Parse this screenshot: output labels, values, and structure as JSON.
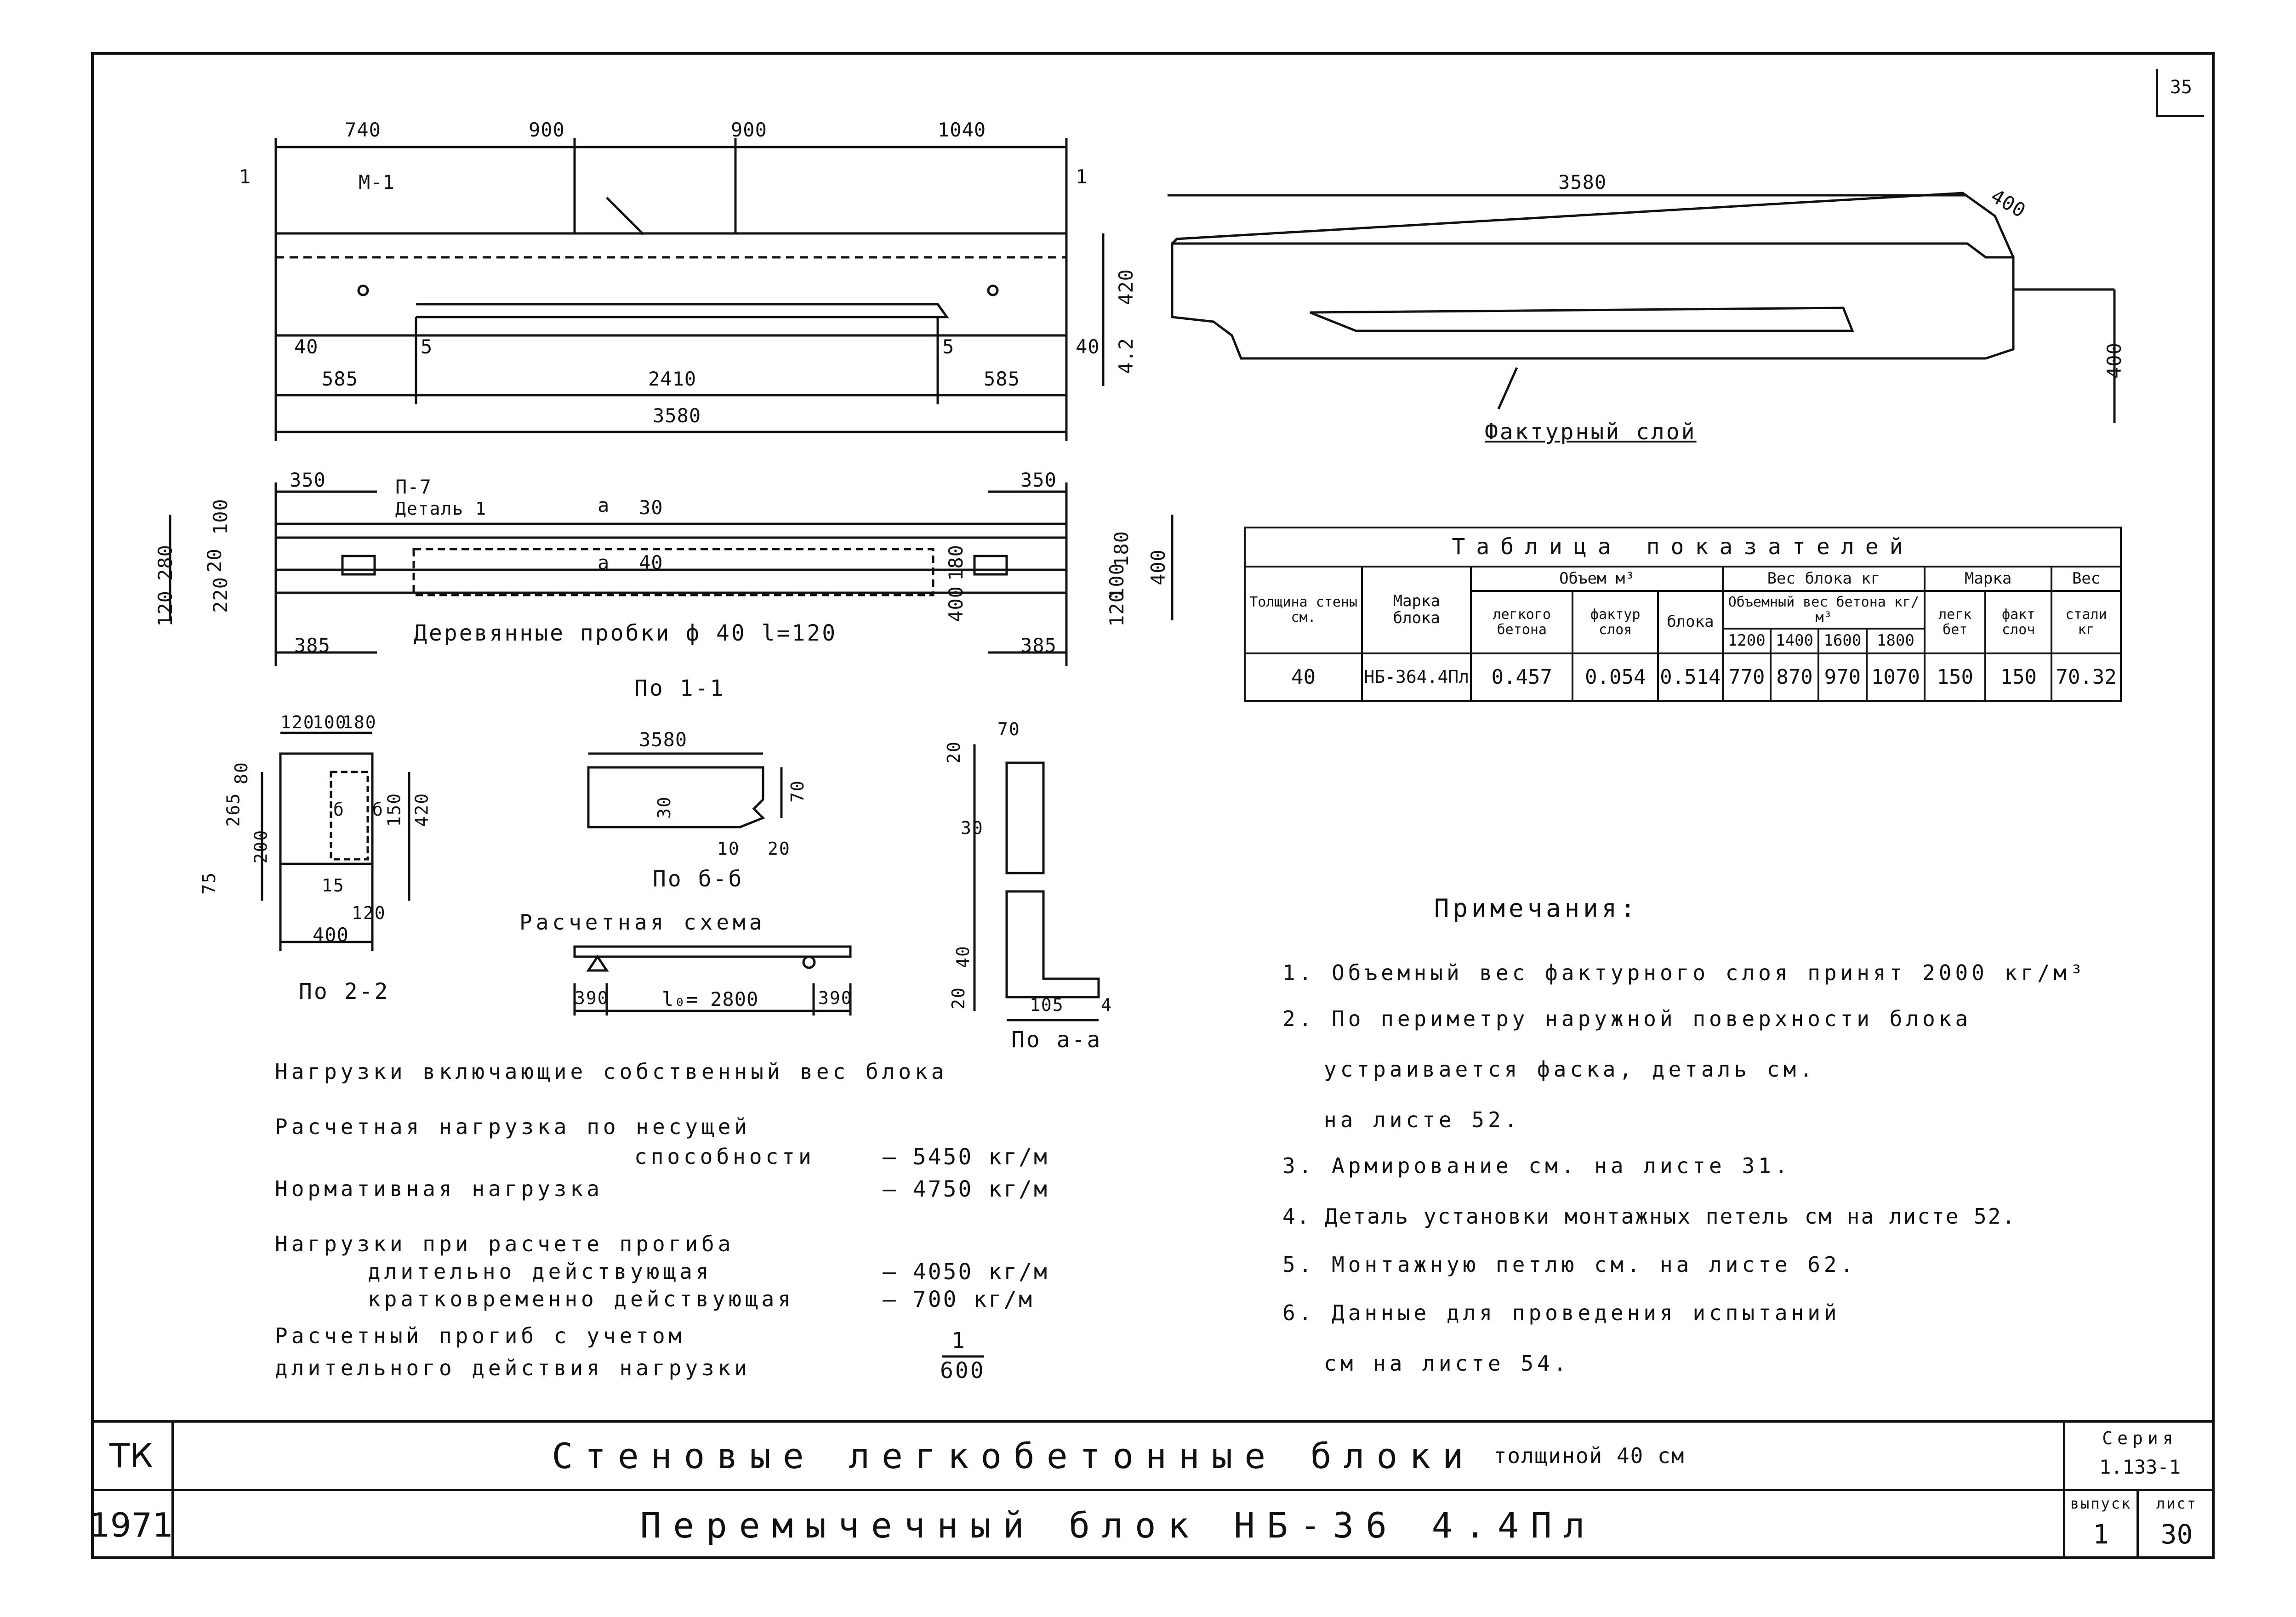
{
  "sheet_number": "35",
  "elevation": {
    "dims_top": [
      "740",
      "900",
      "900",
      "1040"
    ],
    "mark": "М-1",
    "section_mark": "1",
    "dims_bottom": [
      "585",
      "2410",
      "585"
    ],
    "dim_total": "3580",
    "dim_side": [
      "40",
      "5",
      "5",
      "40"
    ],
    "dim_height": [
      "420",
      "4.2"
    ]
  },
  "axon": {
    "dim_length": "3580",
    "dim_width": "400",
    "dim_height": "400",
    "label": "Фактурный слой"
  },
  "plan": {
    "dims_top": [
      "350",
      "350"
    ],
    "detail_label": "Деталь 1",
    "detail_mark": "П-7",
    "section_a": "а",
    "dim_30": "30",
    "dim_40": "40",
    "note": "Деревянные пробки ф 40  l=120",
    "dims_bottom": [
      "385",
      "385"
    ],
    "dims_left": [
      "100",
      "280",
      "120",
      "220",
      "20"
    ],
    "dims_right": [
      "180",
      "400",
      "100",
      "120"
    ],
    "dims_inner": [
      "180",
      "400"
    ],
    "caption": "По 1-1"
  },
  "section_22": {
    "dims_top": [
      "120",
      "100",
      "180"
    ],
    "dims_left": [
      "80",
      "265",
      "200",
      "75"
    ],
    "dims_right": [
      "420",
      "150",
      "б",
      "б"
    ],
    "dim_15": "15",
    "dim_120": "120",
    "dim_400": "400",
    "caption": "По 2-2"
  },
  "section_bb": {
    "dim_top": "3580",
    "dim_70": "70",
    "dim_30": "30",
    "dim_10": "10",
    "dim_20": "20",
    "caption": "По б-б"
  },
  "section_aa": {
    "dim_70": "70",
    "dim_20": "20",
    "dim_30": "30",
    "dim_20b": "20",
    "dim_40": "40",
    "dim_105": "105",
    "dim_4": "4",
    "caption": "По а-а"
  },
  "scheme": {
    "title": "Расчетная схема",
    "dim_left": "390",
    "span": "l₀= 2800",
    "dim_right": "390"
  },
  "loads": {
    "heading": "Нагрузки включающие собственный вес блока",
    "design_label_1": "Расчетная нагрузка по несущей",
    "design_label_2": "способности",
    "design_value": "— 5450  кг/м",
    "norm_label": "Нормативная нагрузка",
    "norm_value": "— 4750  кг/м",
    "defl_heading": "Нагрузки при расчете прогиба",
    "long_label": "длительно действующая",
    "long_value": "— 4050  кг/м",
    "short_label": "кратковременно действующая",
    "short_value": "— 700  кг/м",
    "calc_label_1": "Расчетный прогиб с учетом",
    "calc_label_2": "длительного действия нагрузки",
    "calc_num": "1",
    "calc_den": "600"
  },
  "table": {
    "title": "Таблица показателей",
    "h_thickness": "Толщина стены см.",
    "h_mark": "Марка блока",
    "h_volume": "Объем м³",
    "h_light": "легкого бетона",
    "h_fact": "фактур слоя",
    "h_block": "блока",
    "h_weight": "Вес блока кг",
    "h_volweight": "Объемный вес бетона кг/м³",
    "weights_hdr": [
      "1200",
      "1400",
      "1600",
      "1800"
    ],
    "h_marka": "Марка",
    "h_leg_bet": "легк бет",
    "h_fact_sloy": "факт слоч",
    "h_ves": "Вес",
    "h_stali": "стали кг",
    "row": {
      "thickness": "40",
      "mark": "НБ-364.4Пл",
      "v_light": "0.457",
      "v_fact": "0.054",
      "v_block": "0.514",
      "w": [
        "770",
        "870",
        "970",
        "1070"
      ],
      "m_light": "150",
      "m_fact": "150",
      "steel": "70.32"
    }
  },
  "notes": {
    "title": "Примечания:",
    "items": [
      "1. Объемный вес фактурного слоя принят 2000 кг/м³",
      "2. По периметру наружной поверхности блока",
      "устраивается фаска, деталь см.",
      "на листе 52.",
      "3. Армирование см. на листе 31.",
      "4. Деталь установки монтажных петель см на листе 52.",
      "5. Монтажную петлю см. на листе 62.",
      "6. Данные для проведения испытаний",
      "см на листе 54."
    ]
  },
  "title_block": {
    "code": "ТК",
    "year": "1971",
    "title": "Стеновые легкобетонные блоки",
    "title_sub": "толщиной 40 см",
    "subtitle": "Перемычечный блок НБ-36 4.4Пл",
    "series_label": "Серия",
    "series_value": "1.133-1",
    "issue_label": "выпуск",
    "issue_value": "1",
    "sheet_label": "лист",
    "sheet_value": "30"
  }
}
